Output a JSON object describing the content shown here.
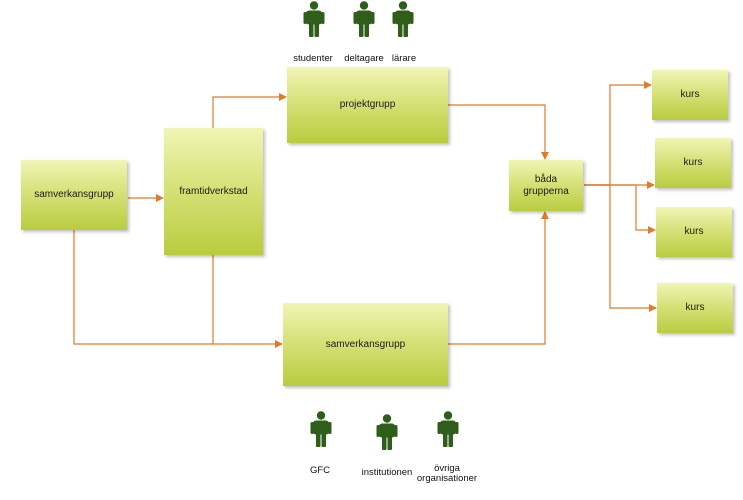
{
  "nodes": {
    "samverkansgrupp_left": "samverkansgrupp",
    "framtidverkstad": "framtidverkstad",
    "projektgrupp": "projektgrupp",
    "samverkansgrupp_bottom": "samverkansgrupp",
    "bada_grupperna": "båda grupperna",
    "kurs_1": "kurs",
    "kurs_2": "kurs",
    "kurs_3": "kurs",
    "kurs_4": "kurs"
  },
  "people_top": [
    "studenter",
    "deltagare",
    "lärare"
  ],
  "people_bottom": [
    "GFC",
    "institutionen",
    "övriga organisationer"
  ],
  "colors": {
    "arrow": "#e07b2a",
    "person": "#2f5e1a",
    "box_light": "#f1f5b5",
    "box_dark": "#b9cc3f"
  }
}
